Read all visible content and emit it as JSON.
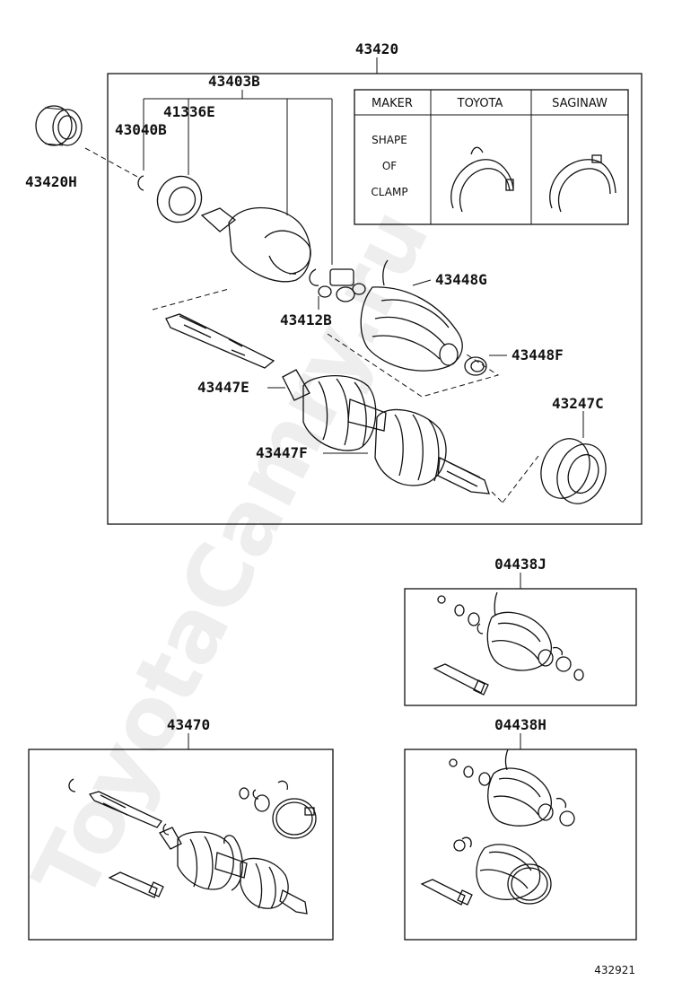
{
  "labels": {
    "p43420": "43420",
    "p43403B": "43403B",
    "p41336E": "41336E",
    "p43040B": "43040B",
    "p43420H": "43420H",
    "p43448G": "43448G",
    "p43412B": "43412B",
    "p43448F": "43448F",
    "p43447E": "43447E",
    "p43247C": "43247C",
    "p43447F": "43447F",
    "p04438J": "04438J",
    "p43470": "43470",
    "p04438H": "04438H",
    "figure_number": "432921"
  },
  "clamp_table": {
    "header_maker": "MAKER",
    "header_toyota": "TOYOTA",
    "header_saginaw": "SAGINAW",
    "row_label_line1": "SHAPE",
    "row_label_line2": "OF",
    "row_label_line3": "CLAMP"
  },
  "watermark": "ToyotaCamry.ru",
  "colors": {
    "ink": "#111111",
    "background": "#ffffff",
    "watermark": "#cfcfcf"
  }
}
